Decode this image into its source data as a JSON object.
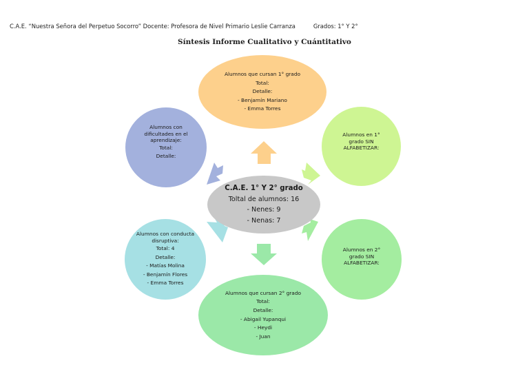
{
  "header": {
    "school_line": "C.A.E. “Nuestra Señora del Perpetuo Socorro” Docente: Profesora de Nivel Primario Leslie Carranza",
    "grades": "Grados: 1° Y 2°"
  },
  "title": "Síntesis Informe Cualitativo y Cuántitativo",
  "diagram": {
    "center": {
      "heading": "C.A.E. 1° Y 2° grado",
      "total": "Toltal de alumnos: 16",
      "boys": "- Nenes: 9",
      "girls": "- Nenas: 7"
    },
    "top": {
      "line1": "Alumnos que cursan 1° grado",
      "line2": "Total:",
      "line3": "Detalle:",
      "line4": "- Benjamín Mariano",
      "line5": "- Emma Torres"
    },
    "bottom": {
      "line1": "Alumnos que cursan 2° grado",
      "line2": "Total:",
      "line3": "Detalle:",
      "line4": "- Abigail Yupanqui",
      "line5": "- Heydi",
      "line6": "- Juan"
    },
    "top_left": {
      "line1": "Alumnos con dificultades en el aprendizaje:",
      "line2": "Total:",
      "line3": "Detalle:"
    },
    "bottom_left": {
      "line1": "Alumnos con conducta disruptiva:",
      "line2": "Total: 4",
      "line3": "Detalle:",
      "line4": "- Matías Molina",
      "line5": "- Benjamín Flores",
      "line6": "- Emma Torres"
    },
    "top_right": {
      "line1": "Alumnos en 1° grado SIN ALFABETIZAR:"
    },
    "bottom_right": {
      "line1": "Alumnos en 2° grado SIN ALFABETIZAR:"
    },
    "colors": {
      "center": "#c8c8c8",
      "top": "#fdd08c",
      "bottom": "#9be8a8",
      "top_left": "#a3b1dd",
      "bottom_left": "#a6e0e4",
      "top_right": "#cef593",
      "bottom_right": "#a4eda0"
    }
  }
}
